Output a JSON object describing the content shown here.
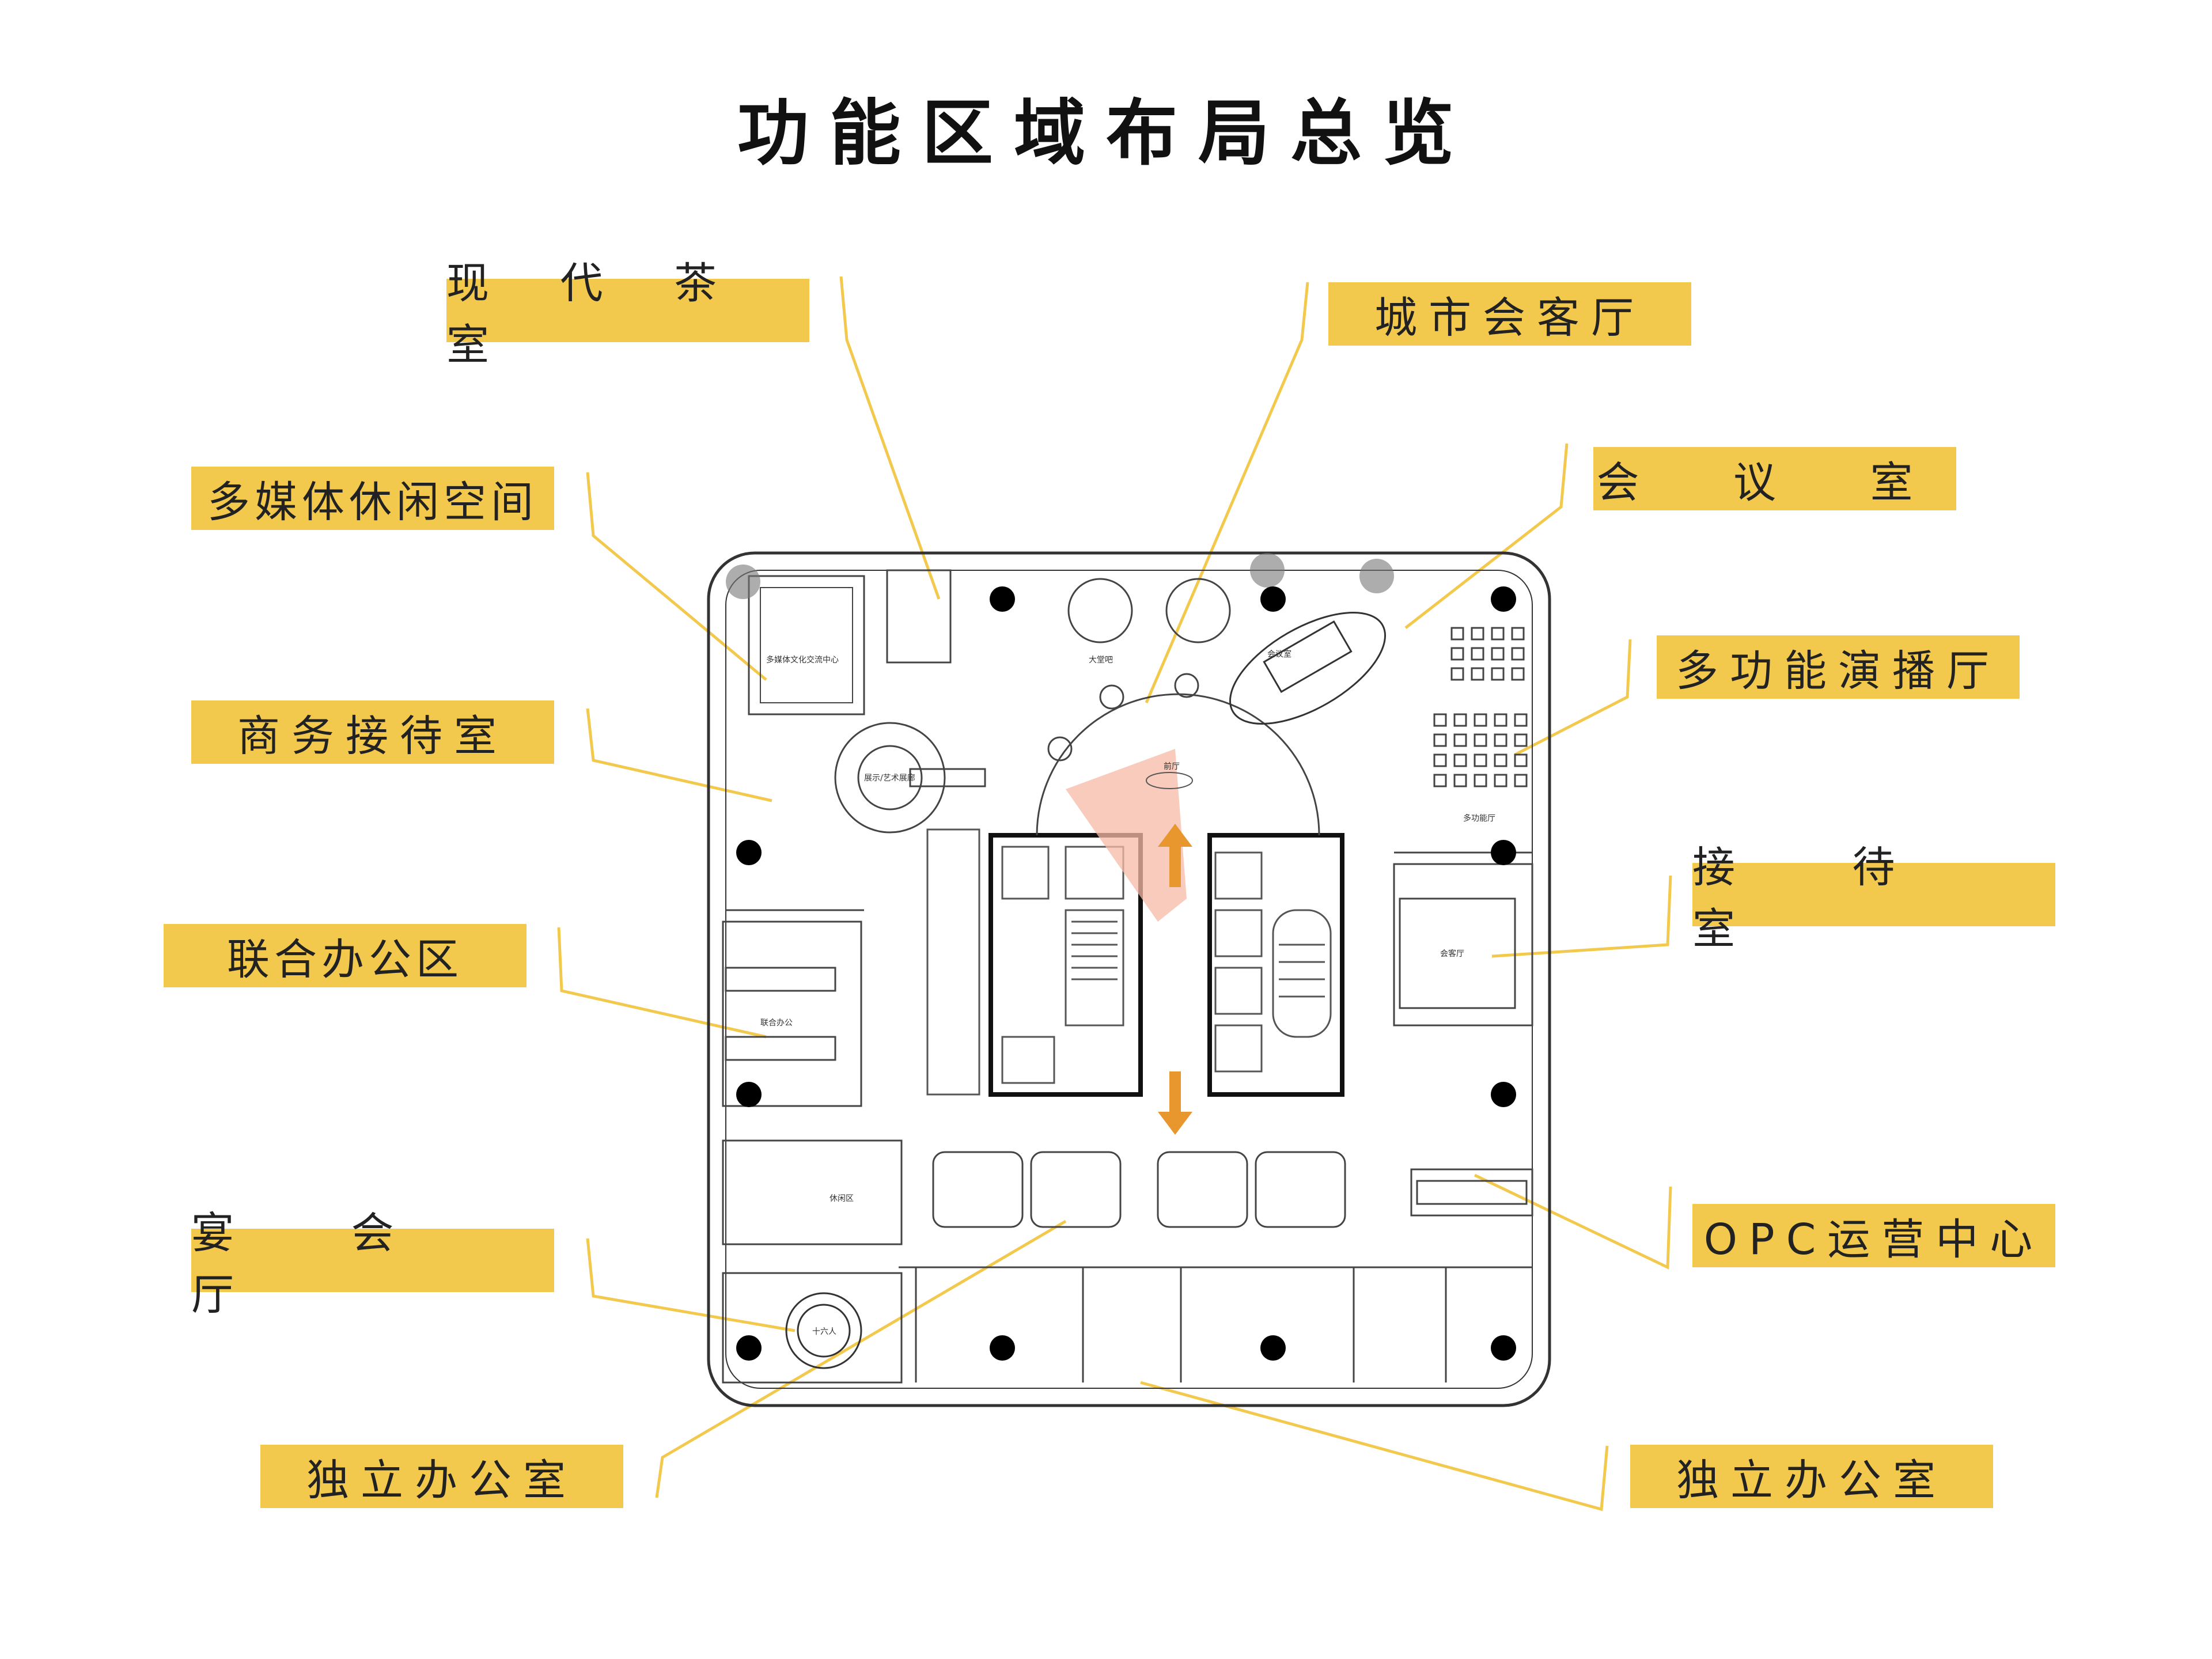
{
  "title": "功能区域布局总览",
  "colors": {
    "label_bg": "#f2c94c",
    "leader_line": "#f2c94c",
    "arrow": "#e8962e",
    "column": "#000000",
    "wall": "#333333"
  },
  "labels": {
    "tea_room": "现 代 茶 室",
    "city_lounge": "城市会客厅",
    "multimedia": "多媒体休闲空间",
    "meeting_room": "会 议 室",
    "multi_hall": "多功能演播厅",
    "business_reception": "商务接待室",
    "reception_room": "接 待 室",
    "joint_office": "联合办公区",
    "opc_center": "OPC运营中心",
    "banquet_hall": "宴 会 厅",
    "private_office_left": "独立办公室",
    "private_office_right": "独立办公室"
  },
  "plan_text": {
    "lobby": "大堂吧",
    "foyer": "前厅",
    "multimedia_center": "多媒体文化交流中心",
    "exhibition": "展示/艺术展廊",
    "joint_office_text": "联合办公",
    "banquet_table": "十六人",
    "reception_text": "会客厅",
    "meeting_text": "会议室",
    "lounge": "休闲区",
    "multifunction": "多功能厅"
  }
}
